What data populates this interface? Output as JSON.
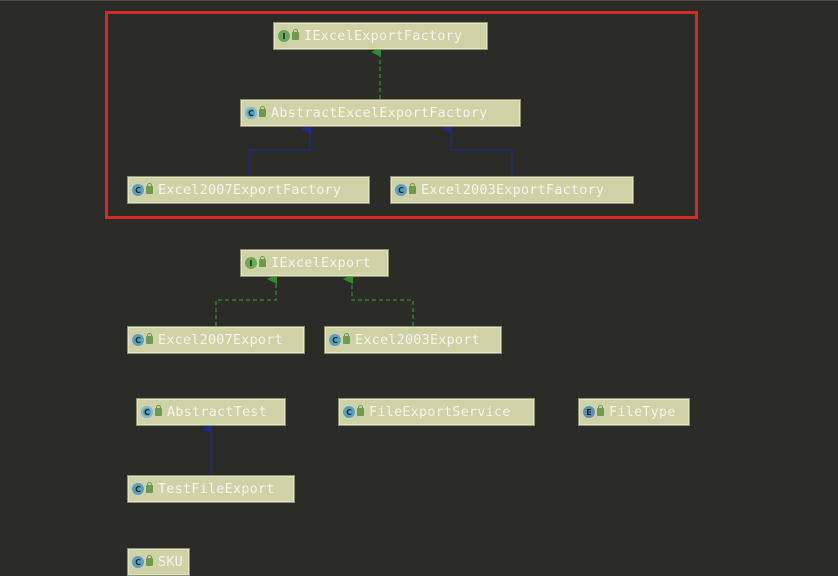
{
  "nodes": {
    "iexcel_export_factory": {
      "label": "IExcelExportFactory",
      "kind": "I",
      "icon": "interface-icon"
    },
    "abstract_excel_export_factory": {
      "label": "AbstractExcelExportFactory",
      "kind": "C",
      "icon": "abstract-class-icon"
    },
    "excel2007_export_factory": {
      "label": "Excel2007ExportFactory",
      "kind": "C",
      "icon": "class-icon"
    },
    "excel2003_export_factory": {
      "label": "Excel2003ExportFactory",
      "kind": "C",
      "icon": "class-icon"
    },
    "iexcel_export": {
      "label": "IExcelExport",
      "kind": "I",
      "icon": "interface-icon"
    },
    "excel2007_export": {
      "label": "Excel2007Export",
      "kind": "C",
      "icon": "class-icon"
    },
    "excel2003_export": {
      "label": "Excel2003Export",
      "kind": "C",
      "icon": "class-icon"
    },
    "abstract_test": {
      "label": "AbstractTest",
      "kind": "C",
      "icon": "abstract-class-icon"
    },
    "file_export_service": {
      "label": "FileExportService",
      "kind": "C",
      "icon": "class-icon"
    },
    "file_type": {
      "label": "FileType",
      "kind": "E",
      "icon": "enum-icon"
    },
    "test_file_export": {
      "label": "TestFileExport",
      "kind": "C",
      "icon": "class-icon"
    },
    "sku": {
      "label": "SKU",
      "kind": "C",
      "icon": "class-icon"
    }
  },
  "edges": [
    {
      "from": "abstract_excel_export_factory",
      "to": "iexcel_export_factory",
      "relation": "implements"
    },
    {
      "from": "excel2007_export_factory",
      "to": "abstract_excel_export_factory",
      "relation": "extends"
    },
    {
      "from": "excel2003_export_factory",
      "to": "abstract_excel_export_factory",
      "relation": "extends"
    },
    {
      "from": "excel2007_export",
      "to": "iexcel_export",
      "relation": "implements"
    },
    {
      "from": "excel2003_export",
      "to": "iexcel_export",
      "relation": "implements"
    },
    {
      "from": "test_file_export",
      "to": "abstract_test",
      "relation": "extends"
    }
  ],
  "colors": {
    "background": "#2b2b28",
    "node_fill": "#cfd2a6",
    "highlight_border": "#d62a2a",
    "implements_edge": "#2e8b2e",
    "extends_edge": "#1f2a8a"
  }
}
